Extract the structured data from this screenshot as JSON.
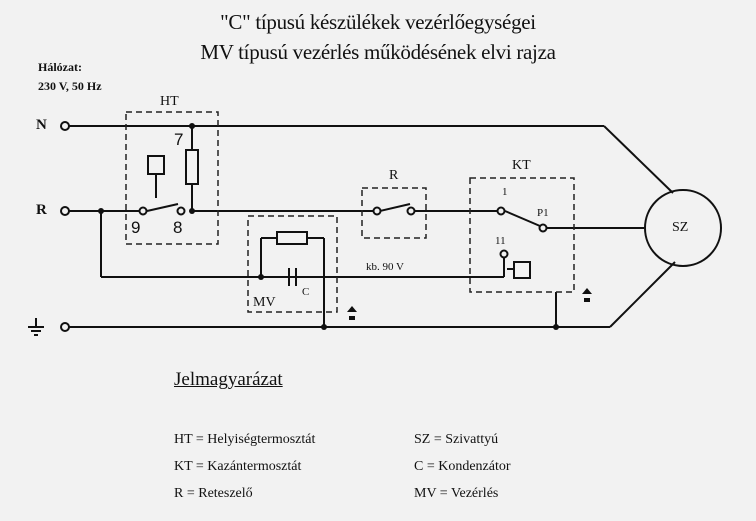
{
  "title": {
    "line1": "\"C\" típusú készülékek vezérlőegységei",
    "line2": "MV típusú vezérlés működésének elvi rajza"
  },
  "network": {
    "label": "Hálózat:",
    "value": "230 V, 50 Hz"
  },
  "terminals": {
    "neutral": "N",
    "phase": "R"
  },
  "components": {
    "ht": "HT",
    "r": "R",
    "kt": "KT",
    "mv": "MV",
    "c": "C",
    "sz": "SZ"
  },
  "pins": {
    "ht_top": "7",
    "ht_left": "9",
    "ht_right": "8",
    "kt_1": "1",
    "kt_11": "11",
    "kt_p1": "P1"
  },
  "voltage_label": "kb. 90 V",
  "legend": {
    "title": "Jelmagyarázat",
    "items": [
      "HT = Helyiségtermosztát",
      "KT = Kazántermosztát",
      "R = Reteszelő",
      "SZ = Szivattyú",
      "C = Kondenzátor",
      "MV = Vezérlés"
    ]
  }
}
